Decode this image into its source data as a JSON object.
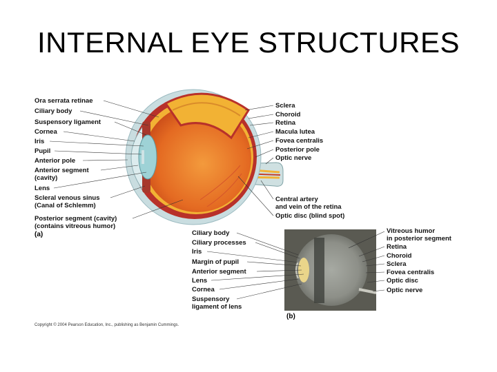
{
  "title": "INTERNAL EYE STRUCTURES",
  "diagram_a": {
    "caption": "(a)",
    "left_labels": [
      "Ora serrata retinae",
      "Ciliary body",
      "Suspensory ligament",
      "Cornea",
      "Iris",
      "Pupil",
      "Anterior pole",
      "Anterior segment\n(cavity)",
      "Lens",
      "Scleral venous sinus\n(Canal of Schlemm)",
      "Posterior segment (cavity)\n(contains vitreous humor)"
    ],
    "right_labels": [
      "Sclera",
      "Choroid",
      "Retina",
      "Macula lutea",
      "Fovea centralis",
      "Posterior pole",
      "Optic nerve",
      "Central artery\nand vein of the retina",
      "Optic disc (blind spot)"
    ]
  },
  "diagram_b": {
    "caption": "(b)",
    "left_labels": [
      "Ciliary body",
      "Ciliary processes",
      "Iris",
      "Margin of pupil",
      "Anterior segment",
      "Lens",
      "Cornea",
      "Suspensory\nligament of lens"
    ],
    "right_labels": [
      "Vitreous humor\nin posterior segment",
      "Retina",
      "Choroid",
      "Sclera",
      "Fovea centralis",
      "Optic disc",
      "Optic nerve"
    ]
  },
  "copyright": "Copyright © 2004 Pearson Education, Inc., publishing as Benjamin Cummings.",
  "colors": {
    "sclera": "#c9dde0",
    "choroid": "#b8312a",
    "retina": "#f2b234",
    "vitreous": "#e8702a",
    "lens": "#9ed2d6",
    "photo_bg": "#5a5a52"
  }
}
